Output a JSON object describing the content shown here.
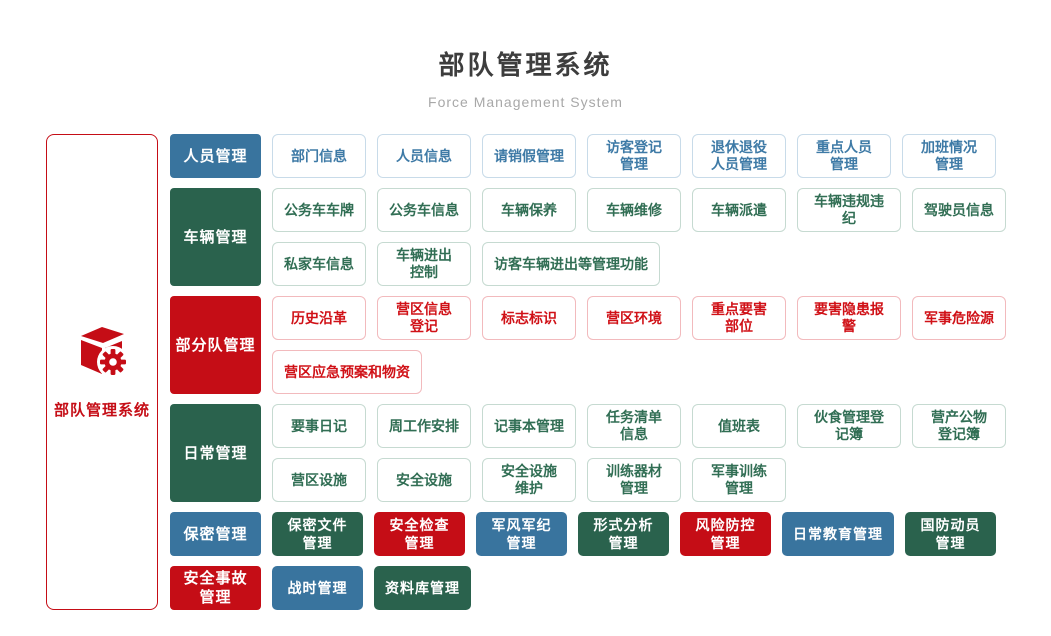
{
  "header": {
    "title": "部队管理系统",
    "subtitle": "Force Management System"
  },
  "left_panel": {
    "label": "部队管理系统",
    "icon": "cube-gear-icon"
  },
  "colors": {
    "blue": "#39749e",
    "green": "#2a624d",
    "red": "#c50d16",
    "blue_text": "#3e7aa6",
    "green_text": "#316e54",
    "red_text": "#d01117",
    "blue_border": "#c8dbe9",
    "green_border": "#c6dad1",
    "red_border": "#f2babd",
    "title_text": "#3d3d3d",
    "subtitle_text": "#a8a8a8"
  },
  "rows": [
    {
      "category": "人员管理",
      "scheme": "blue",
      "style": "outline",
      "lines": [
        [
          {
            "label": "部门信息",
            "scheme": "blue"
          },
          {
            "label": "人员信息",
            "scheme": "blue"
          },
          {
            "label": "请销假管理",
            "scheme": "blue"
          },
          {
            "label": "访客登记\n管理",
            "scheme": "blue"
          },
          {
            "label": "退休退役\n人员管理",
            "scheme": "blue"
          },
          {
            "label": "重点人员\n管理",
            "scheme": "blue"
          },
          {
            "label": "加班情况\n管理",
            "scheme": "blue"
          }
        ]
      ]
    },
    {
      "category": "车辆管理",
      "scheme": "green",
      "style": "outline",
      "lines": [
        [
          {
            "label": "公务车车牌",
            "scheme": "green"
          },
          {
            "label": "公务车信息",
            "scheme": "green"
          },
          {
            "label": "车辆保养",
            "scheme": "green"
          },
          {
            "label": "车辆维修",
            "scheme": "green"
          },
          {
            "label": "车辆派遣",
            "scheme": "green"
          },
          {
            "label": "车辆违规违纪",
            "scheme": "green"
          },
          {
            "label": "驾驶员信息",
            "scheme": "green"
          }
        ],
        [
          {
            "label": "私家车信息",
            "scheme": "green"
          },
          {
            "label": "车辆进出\n控制",
            "scheme": "green"
          },
          {
            "label": "访客车辆进出等管理功能",
            "scheme": "green"
          }
        ]
      ]
    },
    {
      "category": "部分队管理",
      "scheme": "red",
      "style": "outline",
      "lines": [
        [
          {
            "label": "历史沿革",
            "scheme": "red"
          },
          {
            "label": "营区信息\n登记",
            "scheme": "red"
          },
          {
            "label": "标志标识",
            "scheme": "red"
          },
          {
            "label": "营区环境",
            "scheme": "red"
          },
          {
            "label": "重点要害\n部位",
            "scheme": "red"
          },
          {
            "label": "要害隐患报警",
            "scheme": "red"
          },
          {
            "label": "军事危险源",
            "scheme": "red"
          }
        ],
        [
          {
            "label": "营区应急预案和物资",
            "scheme": "red"
          }
        ]
      ]
    },
    {
      "category": "日常管理",
      "scheme": "green",
      "style": "outline",
      "lines": [
        [
          {
            "label": "要事日记",
            "scheme": "green"
          },
          {
            "label": "周工作安排",
            "scheme": "green"
          },
          {
            "label": "记事本管理",
            "scheme": "green"
          },
          {
            "label": "任务清单\n信息",
            "scheme": "green"
          },
          {
            "label": "值班表",
            "scheme": "green"
          },
          {
            "label": "伙食管理登记簿",
            "scheme": "green"
          },
          {
            "label": "营产公物\n登记簿",
            "scheme": "green"
          }
        ],
        [
          {
            "label": "营区设施",
            "scheme": "green"
          },
          {
            "label": "安全设施",
            "scheme": "green"
          },
          {
            "label": "安全设施\n维护",
            "scheme": "green"
          },
          {
            "label": "训练器材\n管理",
            "scheme": "green"
          },
          {
            "label": "军事训练\n管理",
            "scheme": "green"
          }
        ]
      ]
    },
    {
      "category": "保密管理",
      "scheme": "blue",
      "style": "solid",
      "lines": [
        [
          {
            "label": "保密文件\n管理",
            "scheme": "green"
          },
          {
            "label": "安全检查\n管理",
            "scheme": "red"
          },
          {
            "label": "军风军纪\n管理",
            "scheme": "blue"
          },
          {
            "label": "形式分析\n管理",
            "scheme": "green"
          },
          {
            "label": "风险防控\n管理",
            "scheme": "red"
          },
          {
            "label": "日常教育管理",
            "scheme": "blue"
          },
          {
            "label": "国防动员\n管理",
            "scheme": "green"
          }
        ]
      ]
    },
    {
      "category": "安全事故\n管理",
      "scheme": "red",
      "style": "solid",
      "lines": [
        [
          {
            "label": "战时管理",
            "scheme": "blue"
          },
          {
            "label": "资料库管理",
            "scheme": "green"
          }
        ]
      ]
    }
  ]
}
